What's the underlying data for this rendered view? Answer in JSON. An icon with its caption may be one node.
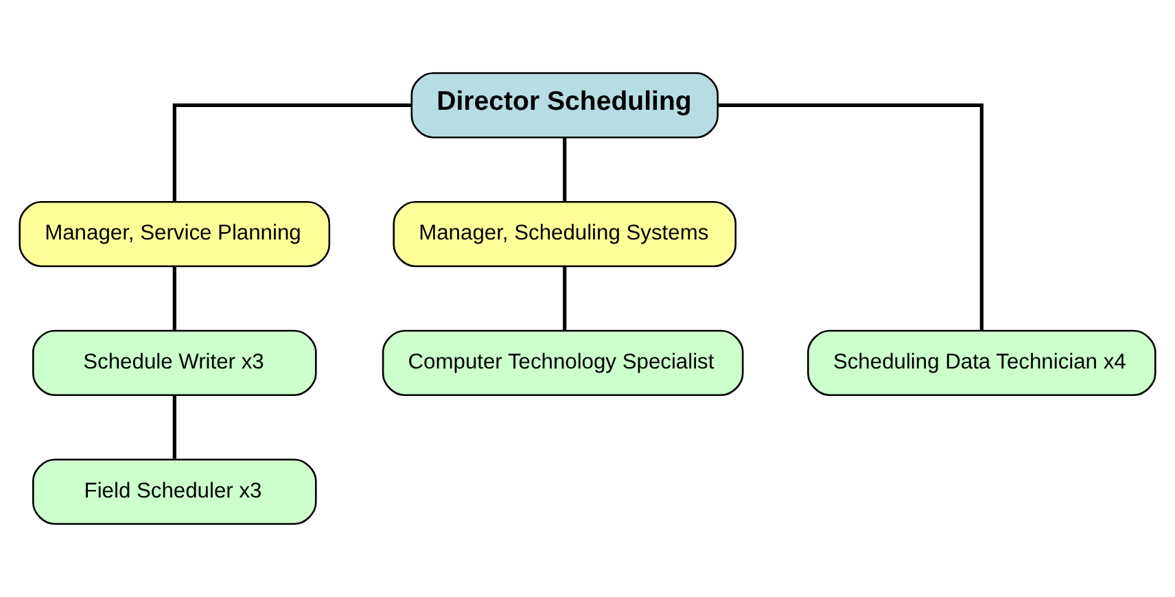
{
  "diagram": {
    "nodes": [
      {
        "text": [
          "Director Scheduling"
        ]
      },
      {
        "text": [
          "Manager, Service Planning"
        ]
      },
      {
        "text": [
          "Manager, Scheduling Systems"
        ]
      },
      {
        "text": [
          "Scheduling Data Technician x4"
        ]
      },
      {
        "text": [
          "Schedule Writer x3"
        ]
      },
      {
        "text": [
          "Computer Technology Specialist"
        ]
      },
      {
        "text": [
          "Field Scheduler x3"
        ]
      }
    ],
    "edges": [
      {
        "from": 0,
        "to": 3,
        "arrow": "none"
      },
      {
        "from": 0,
        "to": 1,
        "arrow": "none"
      },
      {
        "from": 0,
        "to": 2,
        "arrow": "none"
      },
      {
        "from": 1,
        "to": 4,
        "arrow": "none"
      },
      {
        "from": 2,
        "to": 5,
        "arrow": "none"
      },
      {
        "from": 4,
        "to": 6,
        "arrow": "none"
      }
    ]
  }
}
